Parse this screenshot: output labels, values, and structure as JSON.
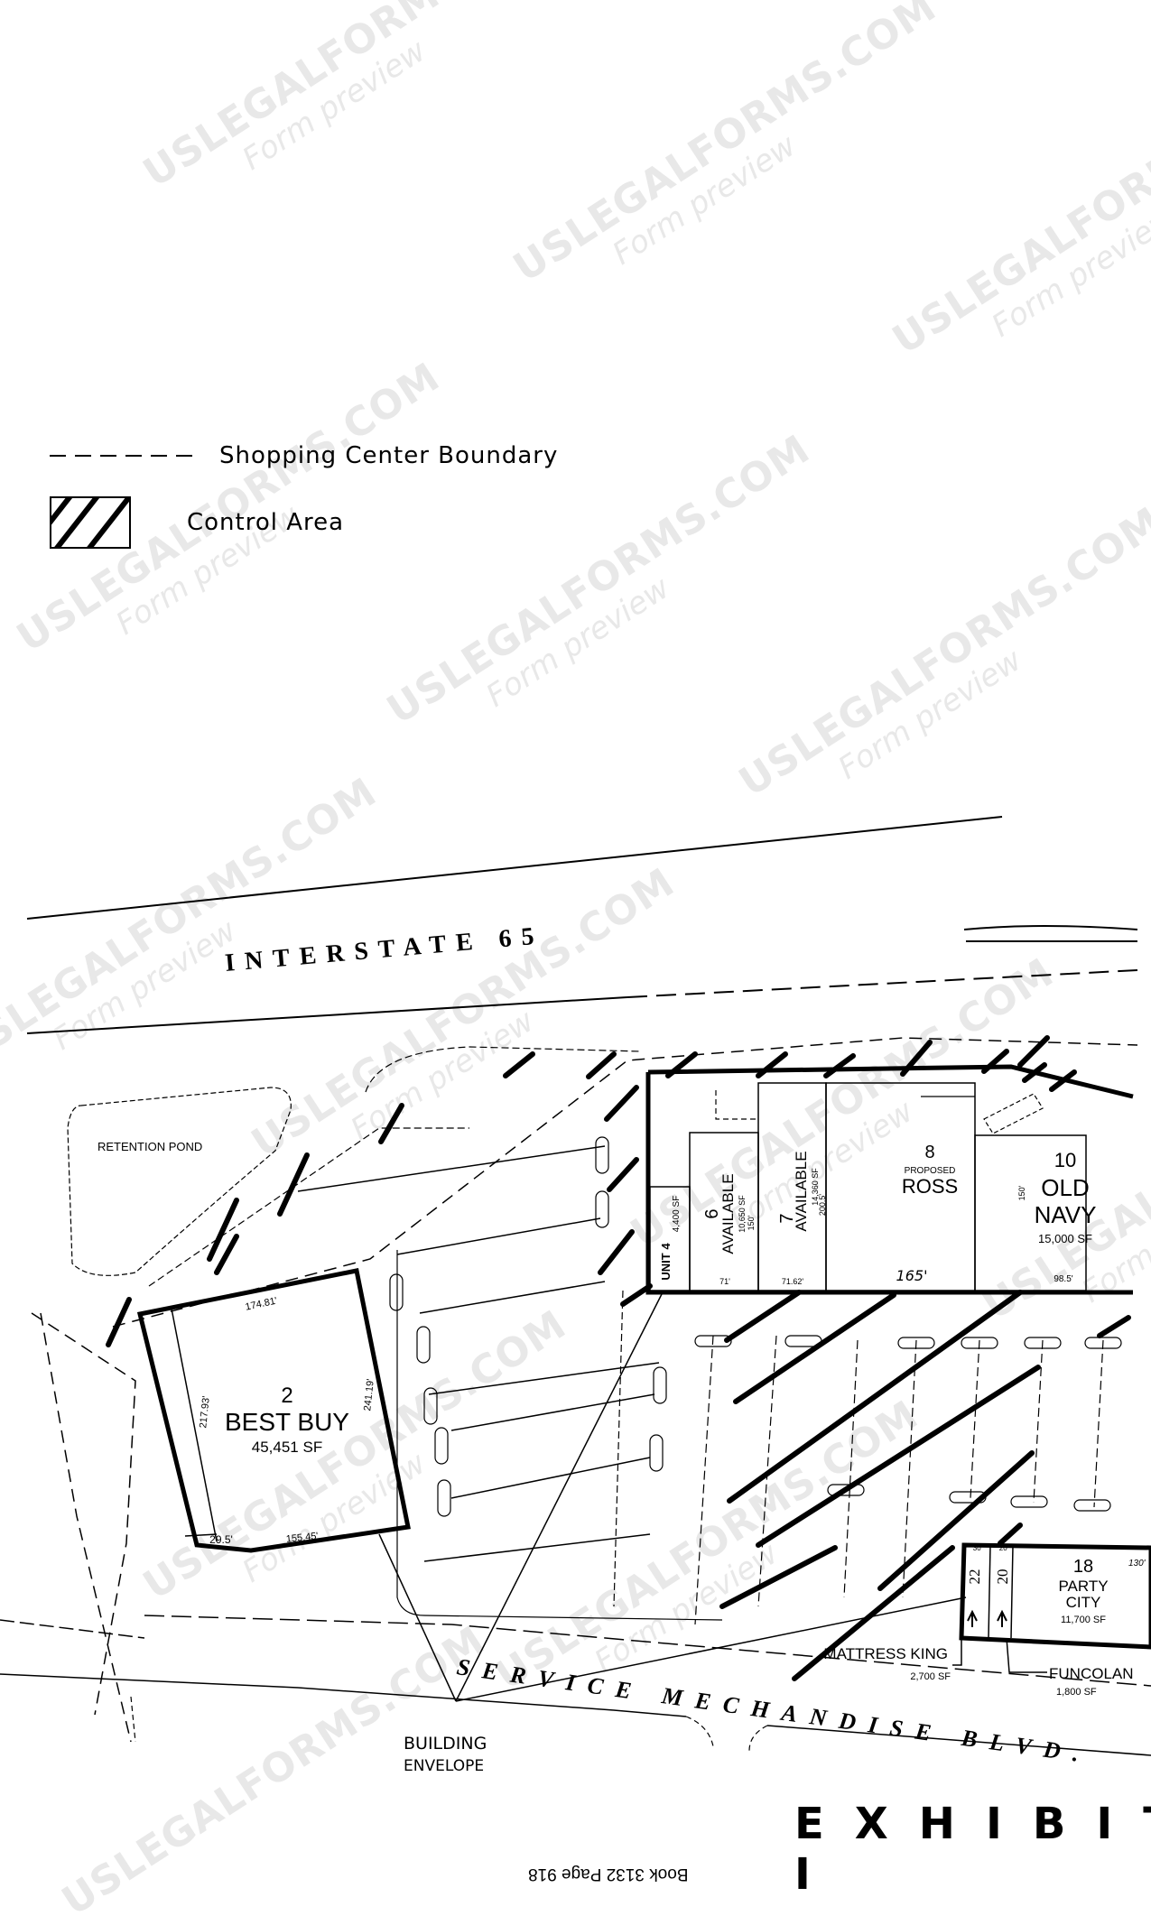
{
  "legend": {
    "items": [
      {
        "symbol": "dashed-line",
        "label": "Shopping Center Boundary"
      },
      {
        "symbol": "hatched-box",
        "label": "Control Area"
      }
    ]
  },
  "roads": {
    "interstate": "INTERSTATE 65",
    "boulevard": "SERVICE MECHANDISE BLVD."
  },
  "features": {
    "retention_pond": "RETENTION POND",
    "building_envelope_line1": "BUILDING",
    "building_envelope_line2": "ENVELOPE"
  },
  "tenants": {
    "best_buy": {
      "unit": "2",
      "name": "BEST BUY",
      "area": "45,451 SF",
      "dim_top": "174.81'",
      "dim_left": "217.93'",
      "dim_right": "241.19'",
      "dim_bottom": "155.45'",
      "dim_bottom_left": "29.5'"
    },
    "unit4": {
      "unit": "UNIT 4",
      "area": "4,400 SF"
    },
    "unit6": {
      "unit": "6",
      "status": "AVAILABLE",
      "area": "10,650 SF",
      "dim_depth": "150'",
      "dim_width": "71'"
    },
    "unit7": {
      "unit": "7",
      "status": "AVAILABLE",
      "area": "14,360 SF",
      "dim_depth": "200.5'",
      "dim_width": "71.62'"
    },
    "unit8": {
      "unit": "8",
      "status": "PROPOSED",
      "name": "ROSS",
      "dim_width": "165'"
    },
    "unit10": {
      "unit": "10",
      "name_line1": "OLD",
      "name_line2": "NAVY",
      "area": "15,000 SF",
      "dim_depth": "150'",
      "dim_width": "98.5'"
    },
    "unit18": {
      "unit": "18",
      "name_line1": "PARTY",
      "name_line2": "CITY",
      "area": "11,700 SF",
      "dim": "130'"
    },
    "unit22": {
      "unit": "22",
      "dim": "30'"
    },
    "unit20": {
      "unit": "20",
      "dim": "20'"
    },
    "mattress_king": {
      "name": "MATTRESS KING",
      "area": "2,700 SF"
    },
    "funcoland": {
      "name": "FUNCOLAN",
      "area": "1,800 SF"
    }
  },
  "footer": {
    "exhibit": "EXHIBIT I",
    "book_ref": "Book 3132 Page 918"
  },
  "watermark": {
    "main": "USLEGALFORMS.COM",
    "sub": "Form preview"
  },
  "colors": {
    "ink": "#000000",
    "paper": "#ffffff",
    "watermark": "#e8e8e8"
  }
}
